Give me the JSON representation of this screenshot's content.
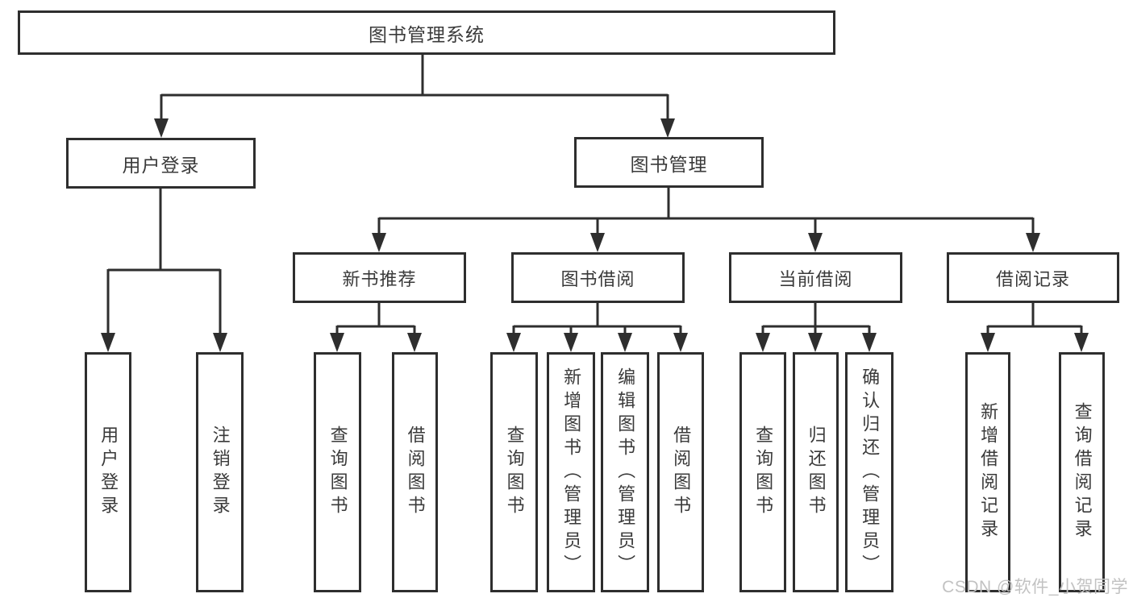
{
  "nodes": {
    "root": "图书管理系统",
    "user_login": "用户登录",
    "book_mgmt": "图书管理",
    "new_book": "新书推荐",
    "book_borrow": "图书借阅",
    "current_borrow": "当前借阅",
    "borrow_record": "借阅记录",
    "leaf_user_login": "用户登录",
    "leaf_logout": "注销登录",
    "leaf_nb_query": "查询图书",
    "leaf_nb_borrow": "借阅图书",
    "leaf_bb_query": "查询图书",
    "leaf_bb_add": "新增图书（管理员）",
    "leaf_bb_edit": "编辑图书（管理员）",
    "leaf_bb_borrow": "借阅图书",
    "leaf_cb_query": "查询图书",
    "leaf_cb_return": "归还图书",
    "leaf_cb_confirm": "确认归还（管理员）",
    "leaf_br_add": "新增借阅记录",
    "leaf_br_query": "查询借阅记录"
  },
  "watermark": "CSDN @软件_小贺同学",
  "colors": {
    "line": "#2e2e2e",
    "text": "#3a3a3a",
    "background": "#ffffff",
    "watermark": "#c2c2c2"
  }
}
